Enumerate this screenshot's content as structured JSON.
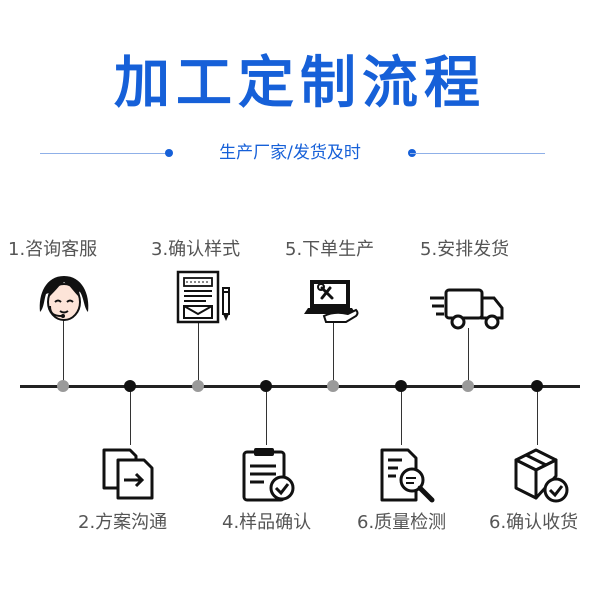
{
  "header": {
    "title": "加工定制流程",
    "subtitle": "生产厂家/发货及时"
  },
  "steps": {
    "s1": {
      "label": "1.咨询客服",
      "icon": "customer-service-icon"
    },
    "s2": {
      "label": "2.方案沟通",
      "icon": "document-exchange-icon"
    },
    "s3": {
      "label": "3.确认样式",
      "icon": "design-sheet-icon"
    },
    "s4": {
      "label": "4.样品确认",
      "icon": "clipboard-check-icon"
    },
    "s5": {
      "label": "5.下单生产",
      "icon": "laptop-tools-icon"
    },
    "s6": {
      "label": "6.质量检测",
      "icon": "document-search-icon"
    },
    "s7": {
      "label": "5.安排发货",
      "icon": "delivery-truck-icon"
    },
    "s8": {
      "label": "6.确认收货",
      "icon": "package-check-icon"
    }
  },
  "colors": {
    "accent": "#1660d8",
    "line": "#222222",
    "node_grey": "#9a9a9a",
    "label": "#555555"
  }
}
